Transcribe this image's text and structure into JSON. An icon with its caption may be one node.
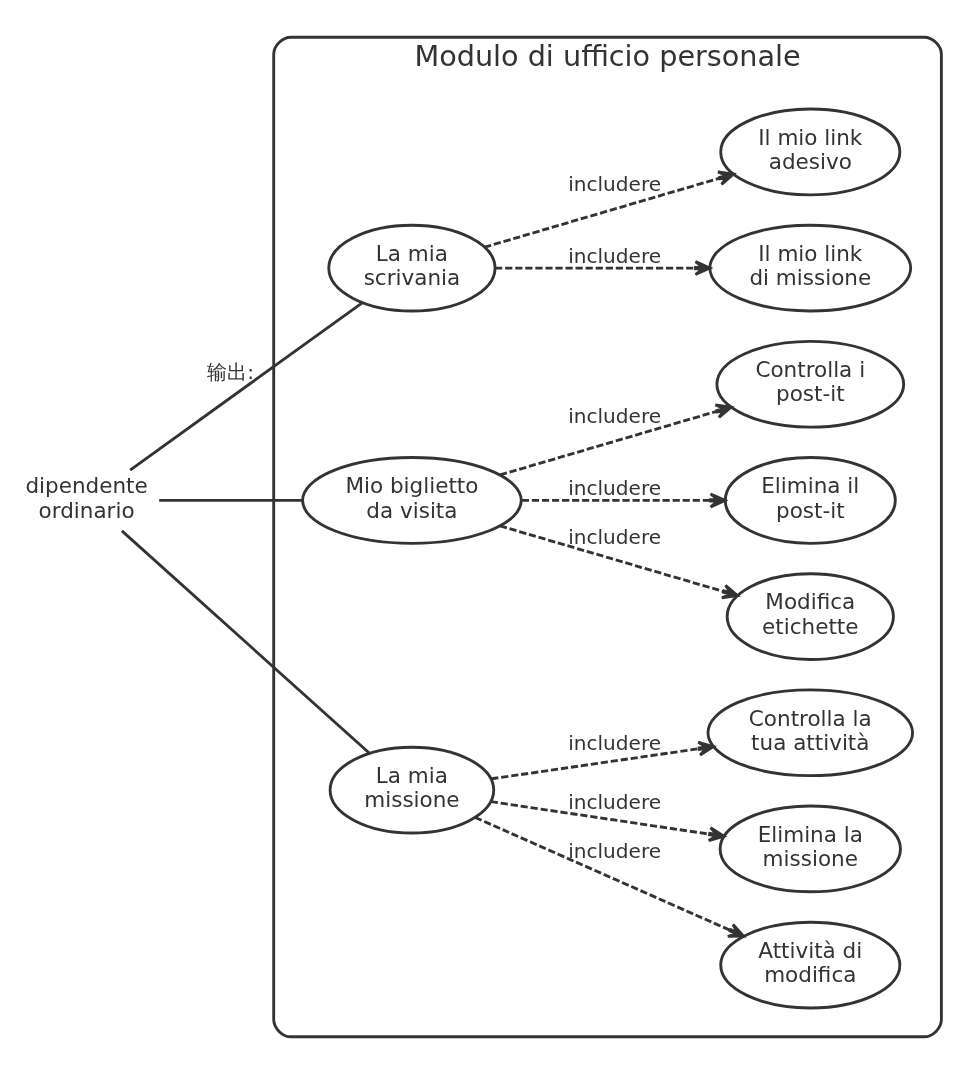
{
  "diagram": {
    "nodes": [
      {
        "text": [
          "Modulo di ufficio personale"
        ]
      },
      {
        "text": [
          "dipendente ordinario"
        ]
      },
      {
        "text": [
          "La mia scrivania"
        ],
        "in": 0
      },
      {
        "text": [
          "Il mio link adesivo"
        ],
        "in": 0
      },
      {
        "text": [
          "Il mio link di missione"
        ],
        "in": 0
      },
      {
        "text": [
          "Mio biglietto da visita"
        ],
        "in": 0
      },
      {
        "text": [
          "Controlla i post-it"
        ],
        "in": 0
      },
      {
        "text": [
          "Elimina il post-it"
        ],
        "in": 0
      },
      {
        "text": [
          "Modifica etichette"
        ],
        "in": 0
      },
      {
        "text": [
          "La mia missione"
        ],
        "in": 0
      },
      {
        "text": [
          "Controlla la tua attività"
        ],
        "in": 0
      },
      {
        "text": [
          "Elimina la missione"
        ],
        "in": 0
      },
      {
        "text": [
          "Attività di modifica"
        ],
        "in": 0
      }
    ],
    "edges": [
      {
        "from": 1,
        "to": 2,
        "arrow": "none",
        "label": "输出:"
      },
      {
        "from": 1,
        "to": 5,
        "arrow": "none"
      },
      {
        "from": 1,
        "to": 9,
        "arrow": "none"
      },
      {
        "from": 2,
        "to": 3,
        "arrow": "to",
        "label": "includere",
        "style": "dashed"
      },
      {
        "from": 2,
        "to": 4,
        "arrow": "to",
        "label": "includere",
        "style": "dashed"
      },
      {
        "from": 5,
        "to": 6,
        "arrow": "to",
        "label": "includere",
        "style": "dashed"
      },
      {
        "from": 5,
        "to": 7,
        "arrow": "to",
        "label": "includere",
        "style": "dashed"
      },
      {
        "from": 5,
        "to": 8,
        "arrow": "to",
        "label": "includere",
        "style": "dashed"
      },
      {
        "from": 9,
        "to": 10,
        "arrow": "to",
        "label": "includere",
        "style": "dashed"
      },
      {
        "from": 9,
        "to": 11,
        "arrow": "to",
        "label": "includere",
        "style": "dashed"
      },
      {
        "from": 9,
        "to": 12,
        "arrow": "to",
        "label": "includere",
        "style": "dashed"
      }
    ]
  }
}
